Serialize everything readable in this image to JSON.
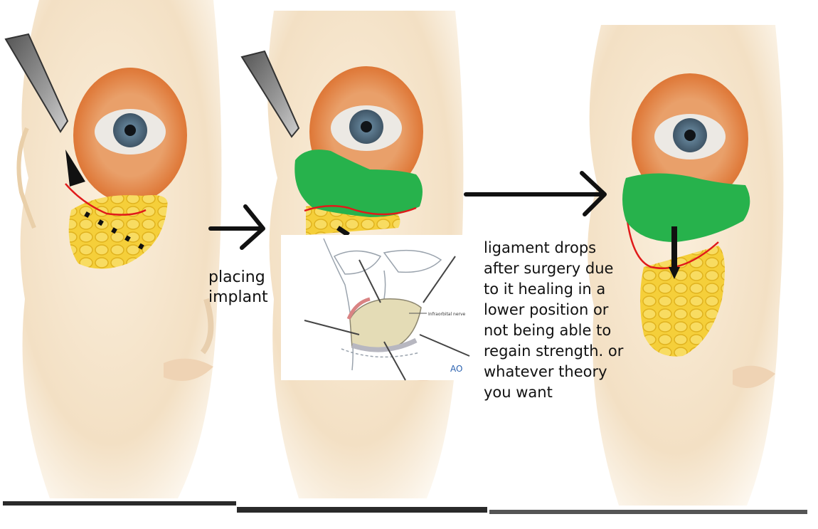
{
  "captions": {
    "placing": [
      "placing",
      "implant"
    ],
    "ligament": [
      "ligament drops",
      "after surgery due",
      "to it healing in a",
      "lower position or",
      "not being able to",
      "regain strength. or",
      "whatever theory",
      "you want"
    ]
  },
  "inset": {
    "nerve_label": "Infraorbital nerve",
    "logo": "AO"
  },
  "colors": {
    "skin": "#f6e6cf",
    "muscle": "#e58a4c",
    "fat": "#f5cf3a",
    "implant": "#27b24c",
    "ligament_line": "#e01a1a",
    "ink": "#111111"
  }
}
